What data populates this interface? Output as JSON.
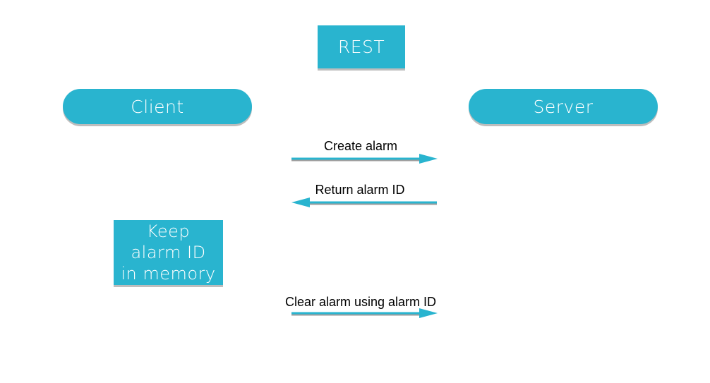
{
  "nodes": {
    "rest": "REST",
    "client": "Client",
    "server": "Server",
    "keep_lines": [
      "Keep",
      "alarm ID",
      "in memory"
    ]
  },
  "messages": [
    {
      "label": "Create alarm",
      "direction": "client-to-server"
    },
    {
      "label": "Return alarm ID",
      "direction": "server-to-client"
    },
    {
      "label": "Clear alarm using alarm ID",
      "direction": "client-to-server"
    }
  ],
  "colors": {
    "node_fill": "#29b4cf",
    "arrow": "#29b4cf",
    "shadow": "#bdbdbd"
  }
}
